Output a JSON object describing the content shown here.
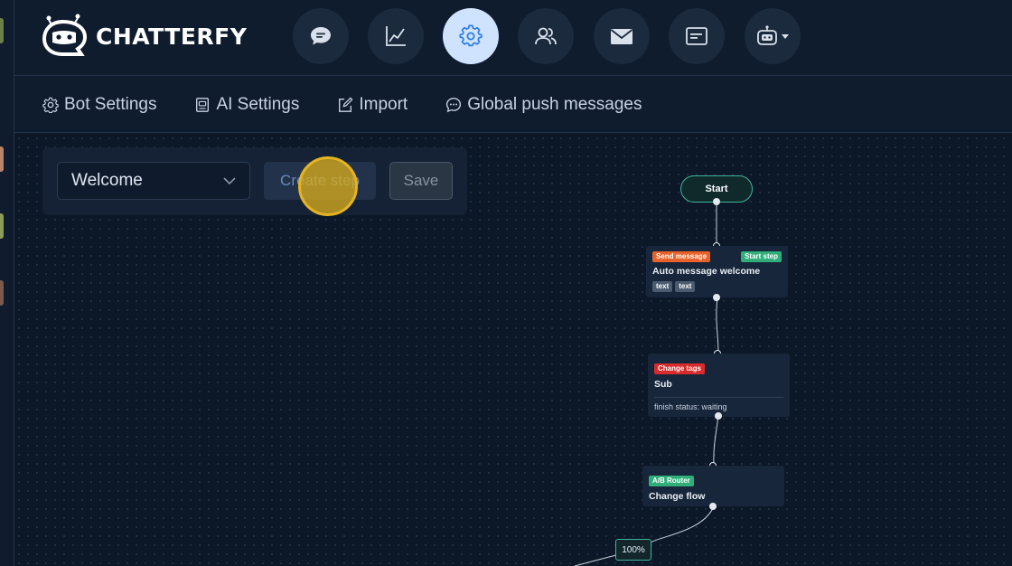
{
  "brand": {
    "name": "CHATTERFY",
    "colors": {
      "accent": "#cfe3ff",
      "bg": "#0e1a2b",
      "node": "#17263a"
    }
  },
  "header_nav": [
    {
      "icon": "chat-bubble-icon"
    },
    {
      "icon": "line-chart-icon"
    },
    {
      "icon": "gear-icon",
      "active": true
    },
    {
      "icon": "users-icon"
    },
    {
      "icon": "mail-icon"
    },
    {
      "icon": "card-icon"
    },
    {
      "icon": "robot-icon",
      "has_dropdown": true
    }
  ],
  "subnav": {
    "bot_settings": "Bot Settings",
    "ai_settings": "AI Settings",
    "import": "Import",
    "global_push": "Global push messages"
  },
  "toolbar": {
    "flow_select_value": "Welcome",
    "create_step": "Create step",
    "save": "Save"
  },
  "flow": {
    "start_label": "Start",
    "node1": {
      "tag_left": "Send message",
      "tag_right": "Start step",
      "title": "Auto message welcome",
      "chip1": "text",
      "chip2": "text"
    },
    "node2": {
      "tag": "Change tags",
      "title": "Sub",
      "footer": "finish status: waiting"
    },
    "node3": {
      "tag": "A/B Router",
      "title": "Change flow"
    },
    "split_badge": "100%"
  }
}
